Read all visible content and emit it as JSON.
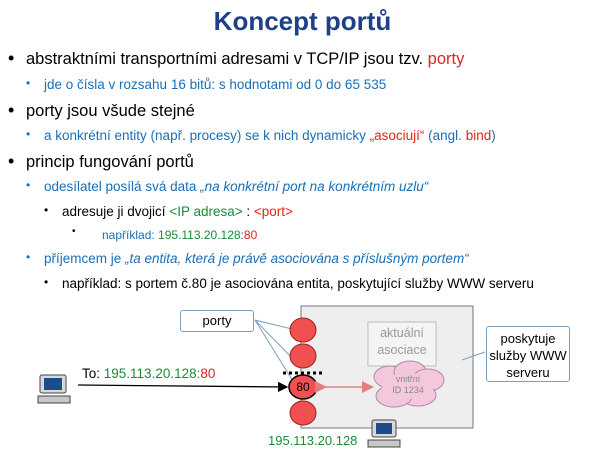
{
  "title": "Koncept portů",
  "b1": {
    "text": "abstraktními transportními adresami v TCP/IP jsou tzv. ",
    "highlight": "porty"
  },
  "b1a": {
    "text": "jde o čísla v rozsahu 16 bitů: s hodnotami od 0 do 65 535"
  },
  "b2": {
    "text": "porty jsou všude stejné"
  },
  "b2a": {
    "pre": "a konkrétní entity (např. procesy) se k nich dynamicky ",
    "highlight": "„asociují“",
    "mid": " (angl. ",
    "bind": "bind",
    "post": ")"
  },
  "b3": {
    "text": "princip fungování portů"
  },
  "b3a": {
    "pre": "odesílatel posílá svá data ",
    "italic": "„na konkrétní port na konkrétním uzlu“"
  },
  "b3a1": {
    "pre": "adresuje ji dvojicí ",
    "ip": "<IP adresa>",
    "sep": " : ",
    "port": "<port>"
  },
  "b3a1a": {
    "pre": "například: ",
    "ip": "195.113.20.128:",
    "port": "80"
  },
  "b3b": {
    "pre": "příjemcem je ",
    "italic": "„ta entita, která je právě asociována s příslušným portem“"
  },
  "b3b1": {
    "text": "například: s portem č.80 je asociována entita, poskytující služby WWW serveru"
  },
  "diagram": {
    "porty_label": "porty",
    "aktualni": "aktuální",
    "asociace": "asociace",
    "cloud_line1": "vnitřní",
    "cloud_line2": "ID 1234",
    "port_number": "80",
    "to_label": "To: ",
    "to_ip": "195.113.20.128:",
    "to_port": "80",
    "bottom_ip": "195.113.20.128",
    "service_line1": "poskytuje",
    "service_line2": "služby WWW",
    "service_line3": "serveru"
  },
  "colors": {
    "title": "#1f3f8a",
    "highlight": "#e0241b",
    "sub": "#1a6fb8",
    "ip": "#1d8a3a",
    "port_fill": "#f05050"
  }
}
